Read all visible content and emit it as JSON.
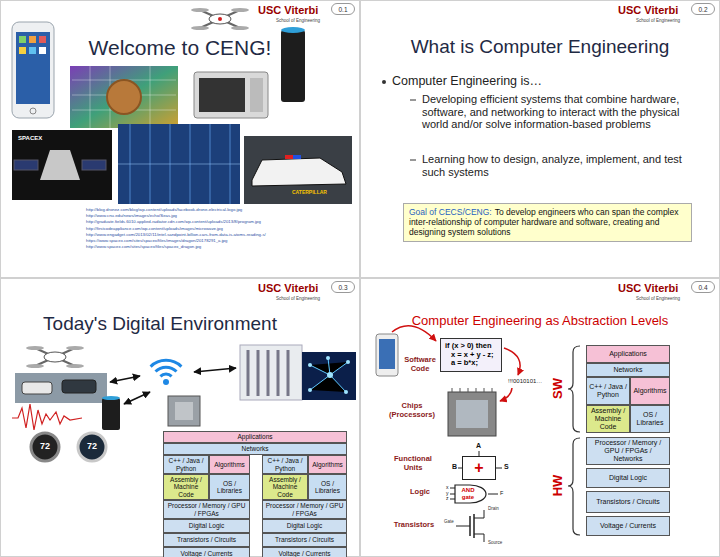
{
  "diagram": {
    "nodes": [
      {
        "text": [
          "0.1"
        ]
      },
      {
        "text": [
          "0.2"
        ]
      },
      {
        "text": [
          "Goal of CECS/CENG:",
          "To develop engineers who can span the complex inter-relationship of computer hardware and software, creating and designing system solutions"
        ]
      },
      {
        "text": [
          "0.3"
        ]
      },
      {
        "text": [
          "Applications"
        ]
      },
      {
        "text": [
          "Networks"
        ]
      },
      {
        "text": [
          "C++ / Java / Python"
        ]
      },
      {
        "text": [
          "Algorithms"
        ]
      },
      {
        "text": [
          "Assembly / Machine Code"
        ]
      },
      {
        "text": [
          "OS / Libraries"
        ]
      },
      {
        "text": [
          "Processor / Memory / GPU / FPGAs"
        ]
      },
      {
        "text": [
          "Digital Logic"
        ]
      },
      {
        "text": [
          "Transistors / Circuits"
        ]
      },
      {
        "text": [
          "Voltage / Currents"
        ]
      },
      {
        "text": [
          "C++ / Java / Python"
        ]
      },
      {
        "text": [
          "Algorithms"
        ]
      },
      {
        "text": [
          "Assembly / Machine Code"
        ]
      },
      {
        "text": [
          "OS / Libraries"
        ]
      },
      {
        "text": [
          "Processor / Memory / GPU / FPGAs"
        ]
      },
      {
        "text": [
          "Digital Logic"
        ]
      },
      {
        "text": [
          "Transistors / Circuits"
        ]
      },
      {
        "text": [
          "Voltage / Currents"
        ]
      },
      {
        "text": [
          "0.4"
        ]
      },
      {
        "text": [
          "if (x > 0) then",
          "x = x + y - z;",
          "a = b*x;"
        ]
      },
      {
        "text": [
          "+"
        ]
      },
      {
        "text": [
          "AND gate"
        ]
      },
      {
        "text": [
          "Applications"
        ]
      },
      {
        "text": [
          "Networks"
        ]
      },
      {
        "text": [
          "C++ / Java / Python"
        ]
      },
      {
        "text": [
          "Algorithms"
        ]
      },
      {
        "text": [
          "Assembly / Machine Code"
        ]
      },
      {
        "text": [
          "OS / Libraries"
        ]
      },
      {
        "text": [
          "Processor / Memory / GPU / FPGAs / Networks"
        ]
      },
      {
        "text": [
          "Digital Logic"
        ]
      },
      {
        "text": [
          "Transistors / Circuits"
        ]
      },
      {
        "text": [
          "Voltage / Currents"
        ]
      }
    ],
    "labels": [
      "USC Viterbi",
      "School of Engineering",
      "Welcome to CENG!",
      "SPACEX",
      "CATERPILLAR",
      "http://blog.dronez.com/blog/wp-content/uploads/facebook-drone-electrical-logo.jpg",
      "http://www.cnu.edu/news/images/echo/Seas.jpg",
      "http://graduate.fields.6010.applied-radiator.cdn.com/wp-content/uploads/2013/8/program.jpg",
      "http://firstcodeappliance.com/wp-content/uploads/images/microwave.jpg",
      "http://www.engadget.com/2013/02/11/intel-sandpoint-billion-cars-from-data-is-atoms-reading-s/",
      "https://www.spacex.com/sites/spacex/files/images/dragon/20178291_a.jpg",
      "http://www.spacex.com/sites/spacex/files/spacex_dragon.jpg",
      "USC Viterbi",
      "School of Engineering",
      "What is Computer Engineering",
      "Computer Engineering is…",
      "Developing efficient systems that combine hardware, software, and networking to interact with the physical world and/or solve information-based problems",
      "Learning how to design, analyze, implement, and test such systems",
      "USC Viterbi",
      "School of Engineering",
      "Today's Digital Environment",
      "72",
      "72",
      "USC Viterbi",
      "School of Engineering",
      "Computer Engineering as Abstraction Levels",
      "Software Code",
      "!!!0010101…",
      "Chips (Processors)",
      "A",
      "B",
      "S",
      "Functional Units",
      "x",
      "y",
      "z",
      "F",
      "Logic",
      "Gate",
      "Drain",
      "Source",
      "Transistors",
      "SW",
      "HW"
    ]
  }
}
